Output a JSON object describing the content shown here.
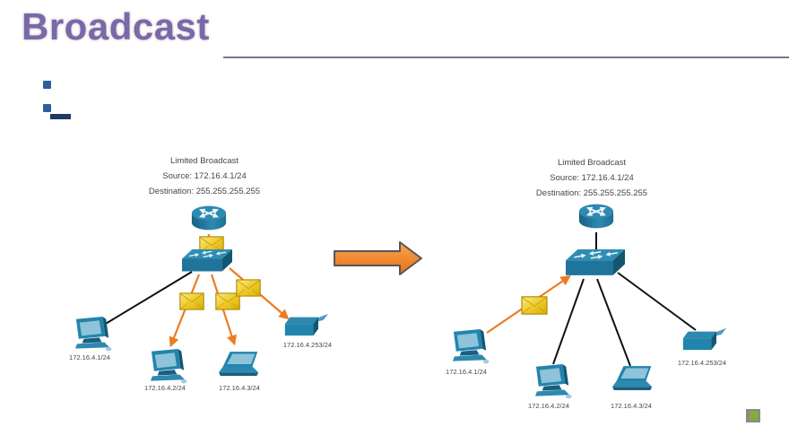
{
  "slide": {
    "title": "Broadcast",
    "bullets": [
      {
        "label": ""
      },
      {
        "label": ""
      }
    ]
  },
  "diagrams": {
    "left": {
      "heading": "Limited Broadcast",
      "source_line": "Source: 172.16.4.1/24",
      "destination_line": "Destination: 255.255.255.255",
      "labels": {
        "pc1": "172.16.4.1/24",
        "pc2": "172.16.4.2/24",
        "laptop": "172.16.4.3/24",
        "printer": "172.16.4.253/24"
      }
    },
    "right": {
      "heading": "Limited Broadcast",
      "source_line": "Source: 172.16.4.1/24",
      "destination_line": "Destination: 255.255.255.255",
      "labels": {
        "pc1": "172.16.4.1/24",
        "pc2": "172.16.4.2/24",
        "laptop": "172.16.4.3/24",
        "printer": "172.16.4.253/24"
      }
    }
  },
  "icons": {
    "router": "router-icon",
    "switch": "switch-icon",
    "desktop": "desktop-pc-icon",
    "laptop": "laptop-icon",
    "printer": "printer-icon",
    "envelope": "packet-envelope-icon",
    "transition": "transition-arrow-icon",
    "logo": "corner-logo-icon"
  },
  "colors": {
    "title_purple": "#7a68a8",
    "rule_purple": "#7e7294",
    "bullet_blue": "#2d5f9b",
    "navy_bar": "#1f3a66",
    "device_blue": "#2184ad",
    "device_blue_dark": "#14566f",
    "screen_blue": "#8ec3da",
    "envelope_gold": "#edc728",
    "packet_orange": "#ee7b22",
    "link_black": "#111111",
    "diagram_text": "#45454d",
    "logo_green": "#7fae3e"
  }
}
